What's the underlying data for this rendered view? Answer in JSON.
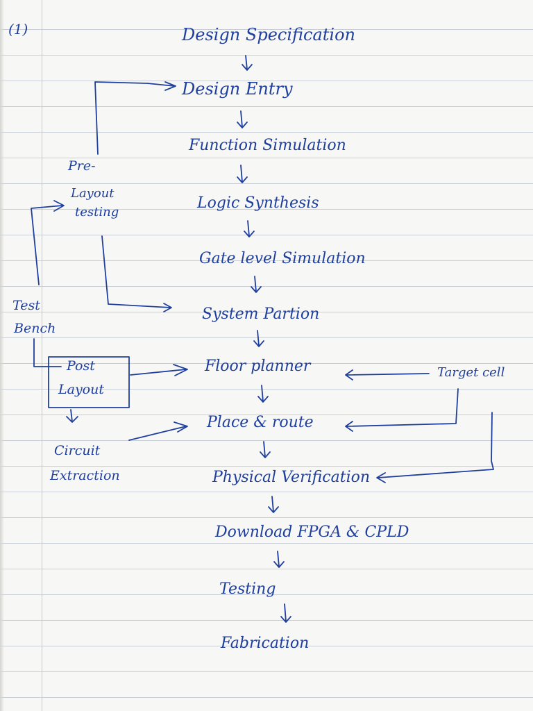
{
  "question_number": "(1)",
  "flow_steps": [
    "Design Specification",
    "Design Entry",
    "Function Simulation",
    "Logic Synthesis",
    "Gate level Simulation",
    "System Partion",
    "Floor planner",
    "Place & route",
    "Physical Verification",
    "Download FPGA & CPLD",
    "Testing",
    "Fabrication"
  ],
  "side_labels": {
    "pre_layout_line1": "Pre-",
    "pre_layout_line2": "Layout",
    "pre_layout_line3": "testing",
    "test_bench_line1": "Test",
    "test_bench_line2": "Bench",
    "post_layout_line1": "Post",
    "post_layout_line2": "Layout",
    "circuit_extraction_line1": "Circuit",
    "circuit_extraction_line2": "Extraction",
    "target_cell": "Target cell"
  }
}
